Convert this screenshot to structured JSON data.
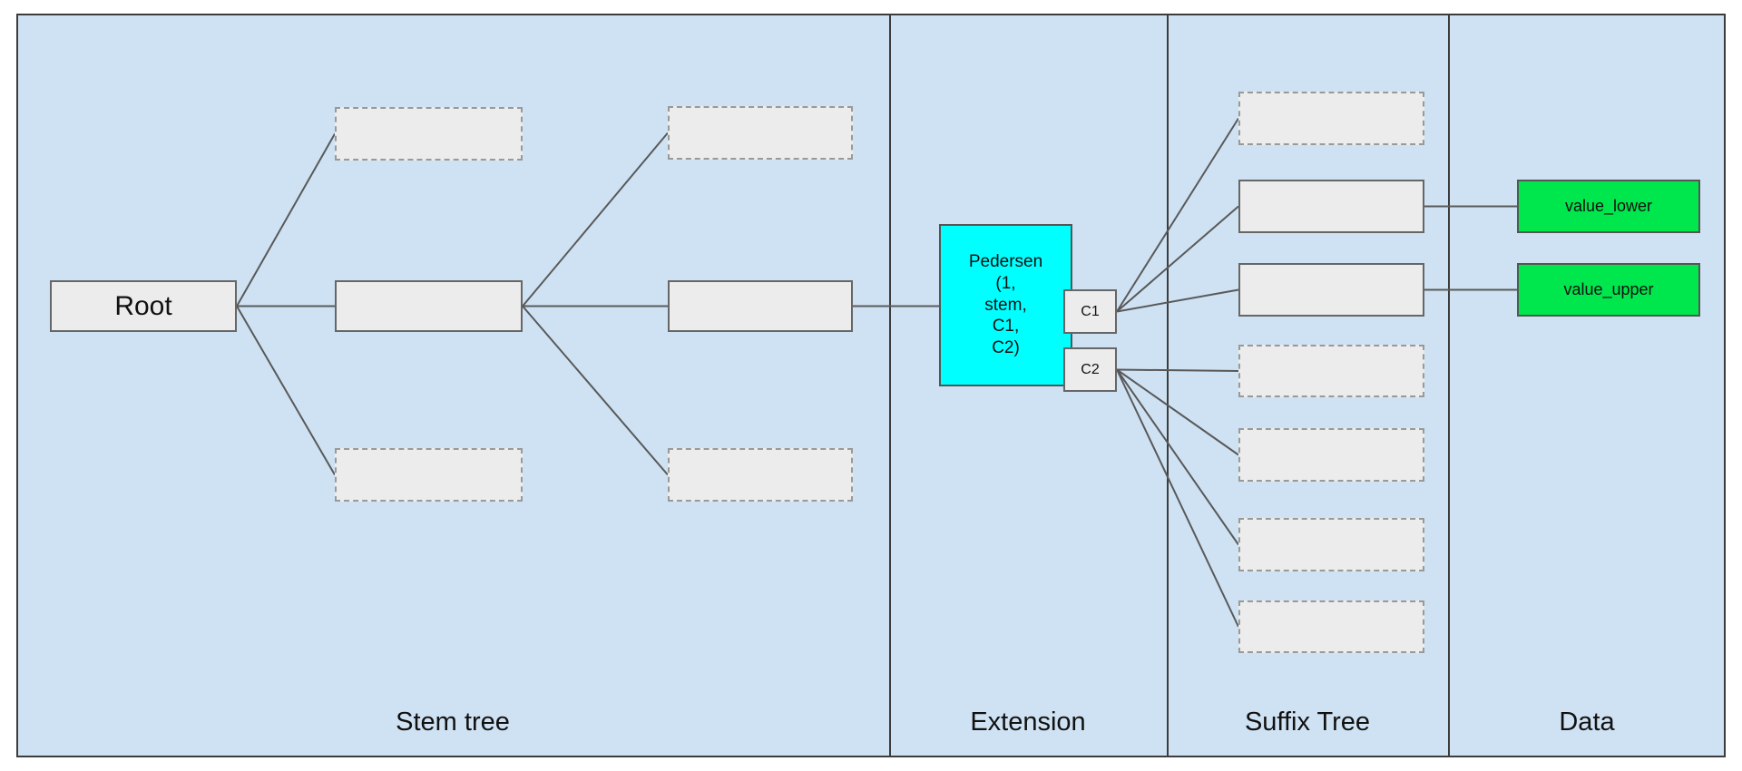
{
  "diagram": {
    "sections": [
      {
        "label": "Stem tree"
      },
      {
        "label": "Extension"
      },
      {
        "label": "Suffix Tree"
      },
      {
        "label": "Data"
      }
    ],
    "nodes": {
      "root": {
        "label": "Root"
      },
      "pedersen": {
        "lines": [
          "Pedersen",
          "(1,",
          "stem,",
          "C1,",
          "C2)"
        ]
      },
      "c1": {
        "label": "C1"
      },
      "c2": {
        "label": "C2"
      },
      "value_lower": {
        "label": "value_lower"
      },
      "value_upper": {
        "label": "value_upper"
      }
    },
    "colors": {
      "background": "#cfe2f3",
      "node_fill": "#ececec",
      "pedersen_fill": "#00ffff",
      "value_fill": "#00e64d",
      "connector": "#595959"
    }
  }
}
